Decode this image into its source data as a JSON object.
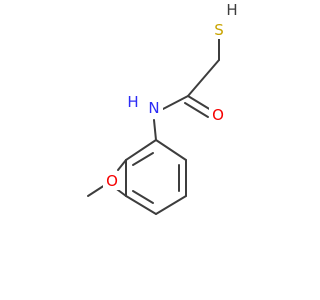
{
  "molecule": {
    "colors": {
      "bond": "#3d3d3d",
      "sulfur": "#c9a400",
      "nitrogen": "#2c2cf5",
      "oxygen": "#f50000",
      "hydrogen": "#3d3d3d"
    },
    "labels": {
      "sulfur": "S",
      "sulfur_hydrogen": "H",
      "nitrogen": "N",
      "nitrogen_hydrogen": "H",
      "carbonyl_oxygen": "O",
      "ether_oxygen": "O"
    }
  }
}
